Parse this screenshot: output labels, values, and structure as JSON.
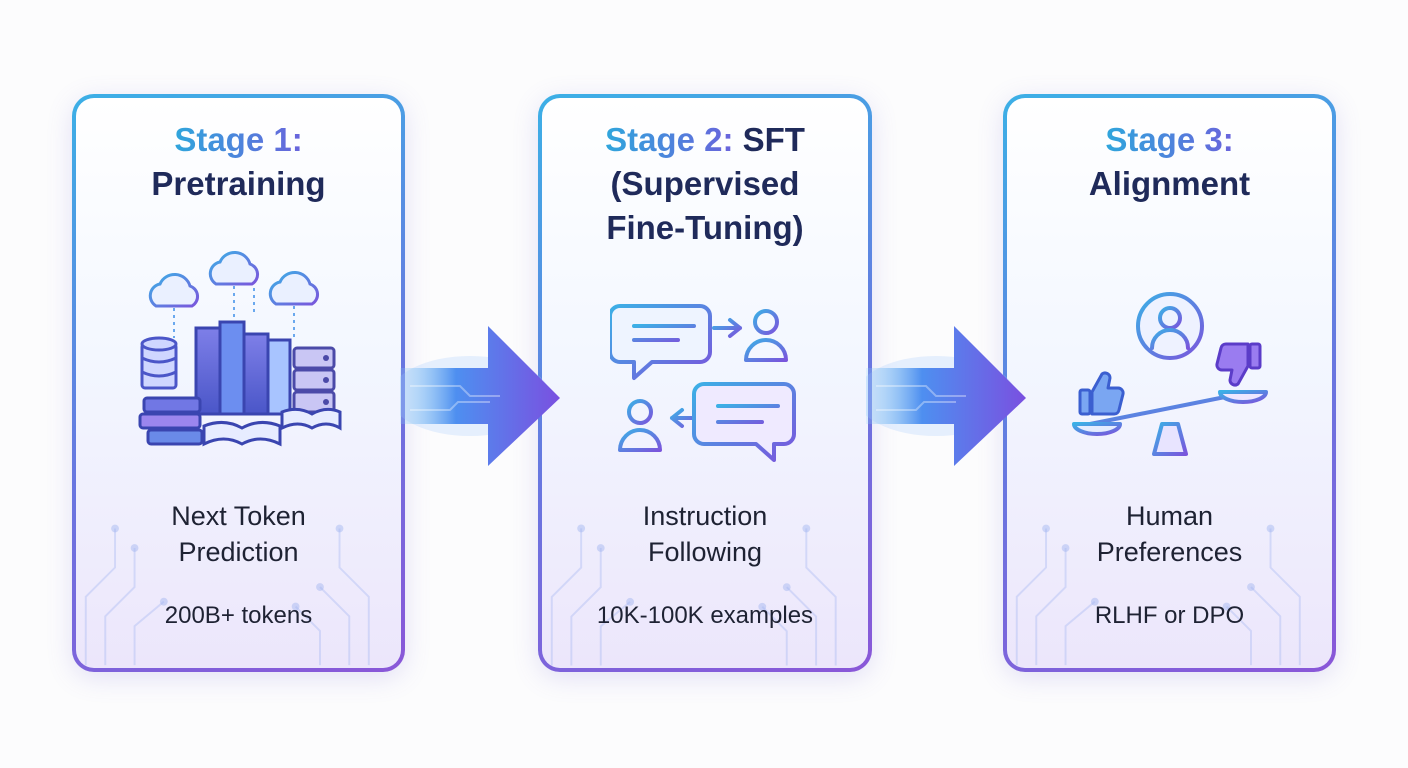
{
  "stages": [
    {
      "stage_label": "Stage 1:",
      "title_rest": "Pretraining",
      "description_line1": "Next Token",
      "description_line2": "Prediction",
      "metric": "200B+ tokens",
      "illustration": "books-and-data-servers-icon"
    },
    {
      "stage_label": "Stage 2:",
      "title_rest": "SFT",
      "title_line2": "(Supervised",
      "title_line3": "Fine-Tuning)",
      "description_line1": "Instruction",
      "description_line2": "Following",
      "metric": "10K-100K examples",
      "illustration": "chat-conversation-icon"
    },
    {
      "stage_label": "Stage 3:",
      "title_rest": "Alignment",
      "description_line1": "Human",
      "description_line2": "Preferences",
      "metric": "RLHF or DPO",
      "illustration": "human-feedback-scale-icon"
    }
  ],
  "colors": {
    "accent_blue": "#2fa6dc",
    "accent_purple": "#7a5be0",
    "title_navy": "#1f2a5a",
    "text_dark": "#1e2233"
  }
}
